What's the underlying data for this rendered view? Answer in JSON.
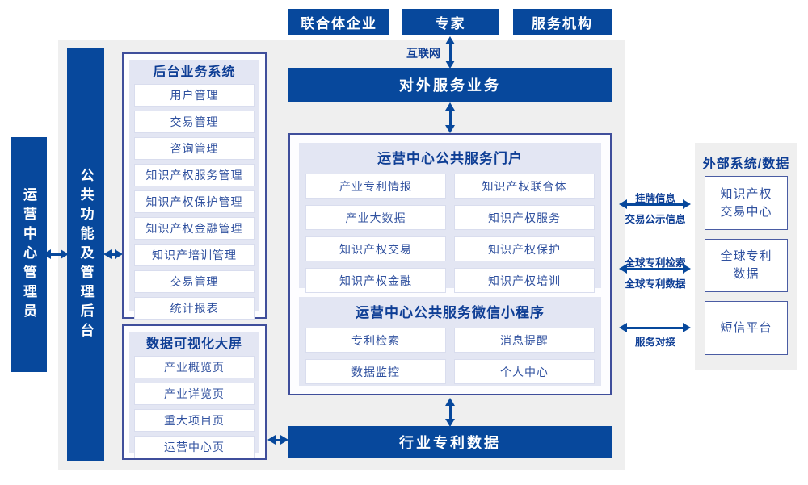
{
  "top_actors": [
    "联合体企业",
    "专家",
    "服务机构"
  ],
  "labels": {
    "internet": "互联网"
  },
  "bars": {
    "external_service": "对外服务业务",
    "industry_patent_data": "行业专利数据"
  },
  "left_bars": {
    "admin": "运营中心管理员",
    "common_mgmt": "公共功能及管理后台"
  },
  "backstage": {
    "title": "后台业务系统",
    "items": [
      "用户管理",
      "交易管理",
      "咨询管理",
      "知识产权服务管理",
      "知识产权保护管理",
      "知识产权金融管理",
      "知识产培训管理",
      "交易管理",
      "统计报表"
    ]
  },
  "dashboard": {
    "title": "数据可视化大屏",
    "items": [
      "产业概览页",
      "产业详览页",
      "重大项目页",
      "运营中心页"
    ]
  },
  "portal": {
    "title": "运营中心公共服务门户",
    "items": [
      "产业专利情报",
      "知识产权联合体",
      "产业大数据",
      "知识产权服务",
      "知识产权交易",
      "知识产权保护",
      "知识产权金融",
      "知识产权培训"
    ]
  },
  "miniprogram": {
    "title": "运营中心公共服务微信小程序",
    "items": [
      "专利检索",
      "消息提醒",
      "数据监控",
      "个人中心"
    ]
  },
  "external": {
    "title": "外部系统/数据",
    "systems": [
      "知识产权\n交易中心",
      "全球专利\n数据",
      "短信平台"
    ]
  },
  "link_labels": {
    "listing_info": "挂牌信息",
    "trade_publicity": "交易公示信息",
    "global_patent_search": "全球专利检索",
    "global_patent_data": "全球专利数据",
    "service_connect": "服务对接"
  },
  "colors": {
    "primary_blue": "#07489c",
    "section_border": "#3f4e9b",
    "panel_gray": "#efefef",
    "container_lavender": "#e3e6f3",
    "item_text": "#30519f"
  }
}
